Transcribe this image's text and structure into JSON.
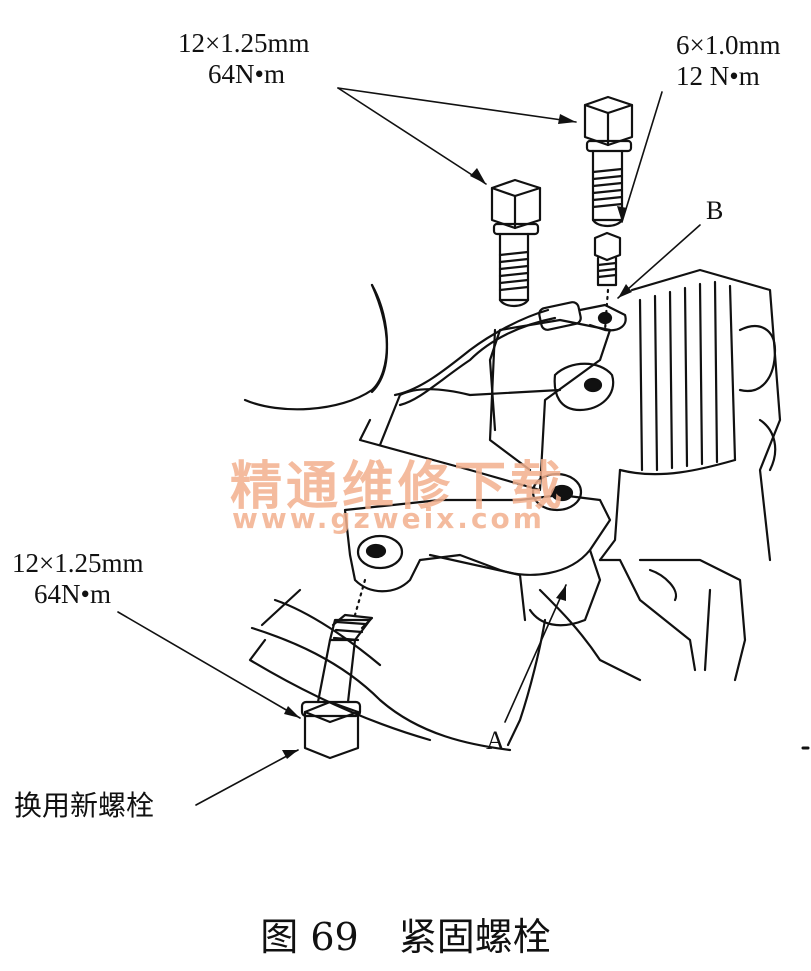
{
  "callouts": {
    "bolt_top_left": {
      "spec": "12×1.25mm",
      "torque": "64N•m"
    },
    "bolt_top_right": {
      "spec": "6×1.0mm",
      "torque": "12 N•m"
    },
    "bolt_bottom": {
      "spec": "12×1.25mm",
      "torque": "64N•m"
    },
    "replace_note": "换用新螺栓",
    "label_a": "A",
    "label_b": "B"
  },
  "watermark": {
    "line1": "精通维修下载",
    "line2": "www.gzweix.com"
  },
  "caption": {
    "figure_no": "图 69",
    "title": "紧固螺栓"
  },
  "colors": {
    "line": "#111111",
    "watermark": "#f3b08e",
    "background": "#ffffff"
  }
}
